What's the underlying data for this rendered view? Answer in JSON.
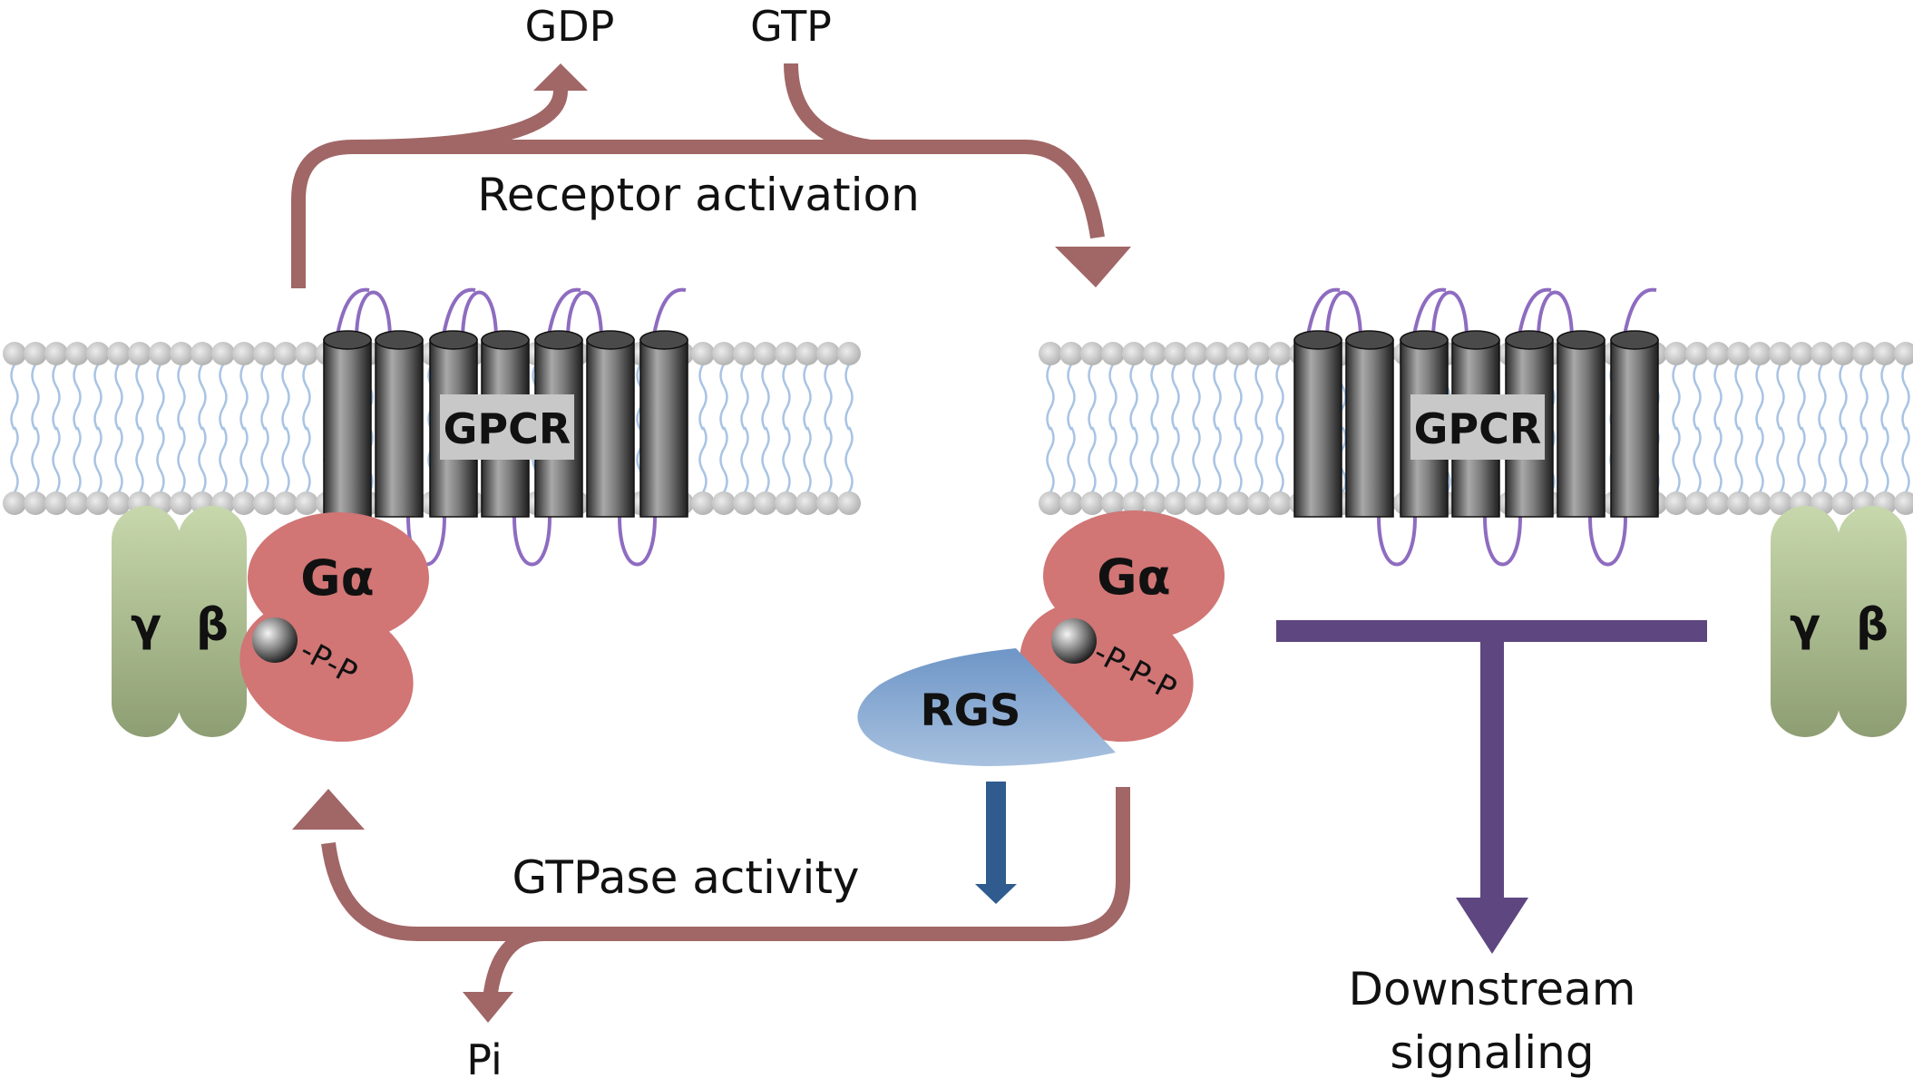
{
  "labels": {
    "gdp": "GDP",
    "gtp": "GTP",
    "receptor_activation": "Receptor activation",
    "gtpase_activity": "GTPase activity",
    "pi": "Pi",
    "downstream_line1": "Downstream",
    "downstream_line2": "signaling"
  },
  "left_complex": {
    "receptor": "GPCR",
    "g_alpha": "Gα",
    "gamma": "γ",
    "beta": "β",
    "phosphates": "-P-P"
  },
  "right_complex": {
    "receptor": "GPCR",
    "g_alpha": "Gα",
    "rgs": "RGS",
    "phosphates": "-P-P-P",
    "gamma": "γ",
    "beta": "β"
  },
  "colors": {
    "cycle_arrow": "#A16666",
    "g_alpha": "#D17575",
    "g_beta_gamma": "#A8BF8C",
    "rgs": "#7598C6",
    "rgs_arrow": "#2F5B8F",
    "downstream": "#5E4680",
    "loop": "#8E6CC0",
    "lipid_head": "#C8C8C8",
    "lipid_tail": "#A8C4E4"
  }
}
